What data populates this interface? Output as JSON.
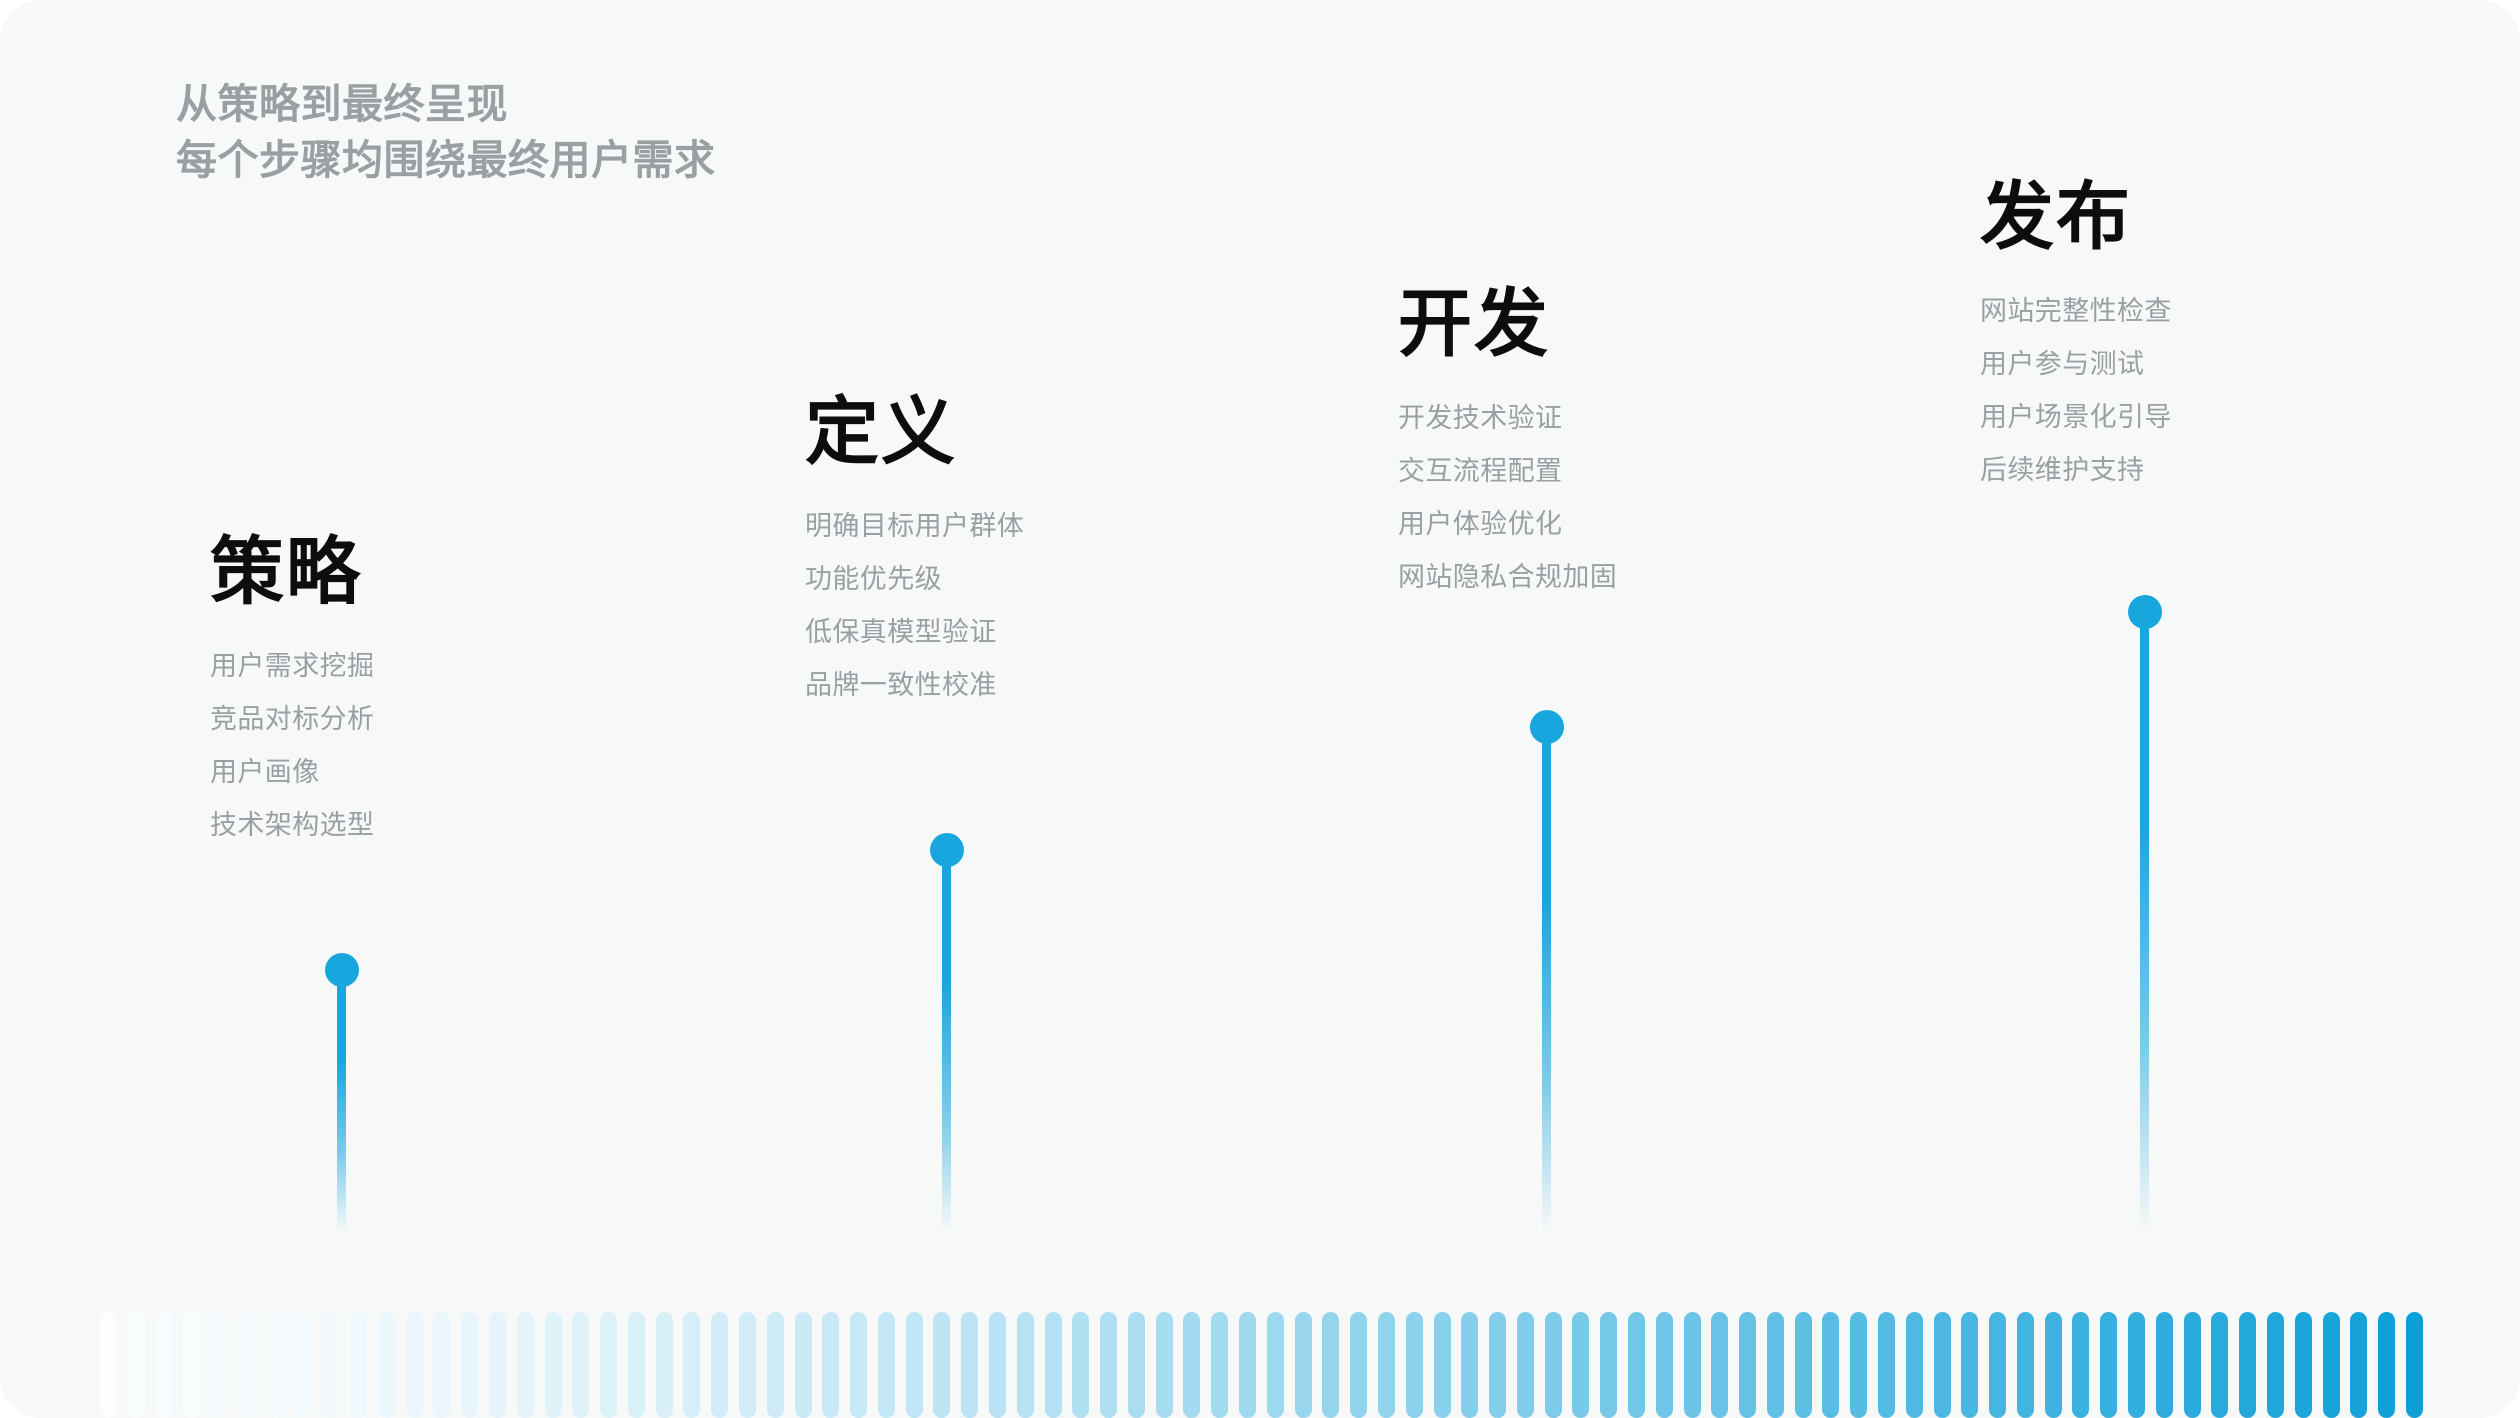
{
  "header": {
    "line1": "从策略到最终呈现",
    "line2": "每个步骤均围绕最终用户需求"
  },
  "theme": {
    "background": "#f7f8f8",
    "accent": "#17a6de",
    "accent_deep": "#0d9fd8",
    "title_color": "#0b0d0f",
    "muted_color": "#9a9fa3"
  },
  "stages": [
    {
      "title": "策略",
      "items": [
        "用户需求挖掘",
        "竞品对标分析",
        "用户画像",
        "技术架构选型"
      ]
    },
    {
      "title": "定义",
      "items": [
        "明确目标用户群体",
        "功能优先级",
        "低保真模型验证",
        "品牌一致性校准"
      ]
    },
    {
      "title": "开发",
      "items": [
        "开发技术验证",
        "交互流程配置",
        "用户体验优化",
        "网站隐私合规加固"
      ]
    },
    {
      "title": "发布",
      "items": [
        "网站完整性检查",
        "用户参与测试",
        "用户场景化引导",
        "后续维护支持"
      ]
    }
  ],
  "bar_strip": {
    "count": 84,
    "start_color": "#fbfdfe",
    "end_color": "#0d9fd8"
  }
}
